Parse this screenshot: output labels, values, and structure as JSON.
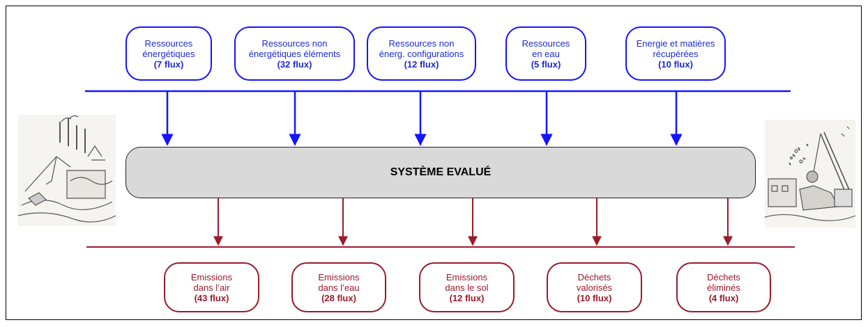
{
  "system_label": "SYSTÈME EVALUÉ",
  "inputs": [
    {
      "line1": "Ressources",
      "line2": "énergétiques",
      "count": "(7 flux)"
    },
    {
      "line1": "Ressources non",
      "line2": "énergétiques éléments",
      "count": "(32 flux)"
    },
    {
      "line1": "Ressources non",
      "line2": "énerg. configurations",
      "count": "(12 flux)"
    },
    {
      "line1": "Ressources",
      "line2": "en eau",
      "count": "(5 flux)"
    },
    {
      "line1": "Energie et matières",
      "line2": "récupérées",
      "count": "(10 flux)"
    }
  ],
  "outputs": [
    {
      "line1": "Emissions",
      "line2": "dans l’air",
      "count": "(43 flux)"
    },
    {
      "line1": "Emissions",
      "line2": "dans l’eau",
      "count": "(28 flux)"
    },
    {
      "line1": "Emissions",
      "line2": "dans le sol",
      "count": "(12 flux)"
    },
    {
      "line1": "Déchets",
      "line2": "valorisés",
      "count": "(10 flux)"
    },
    {
      "line1": "Déchets",
      "line2": "éliminés",
      "count": "(4 flux)"
    }
  ],
  "colors": {
    "input": "#1414ff",
    "output": "#9a1b2a",
    "system_fill": "#d9d9d9"
  },
  "illustrations": [
    {
      "name": "industrial-extraction-sketch"
    },
    {
      "name": "demolition-crane-sketch"
    }
  ]
}
